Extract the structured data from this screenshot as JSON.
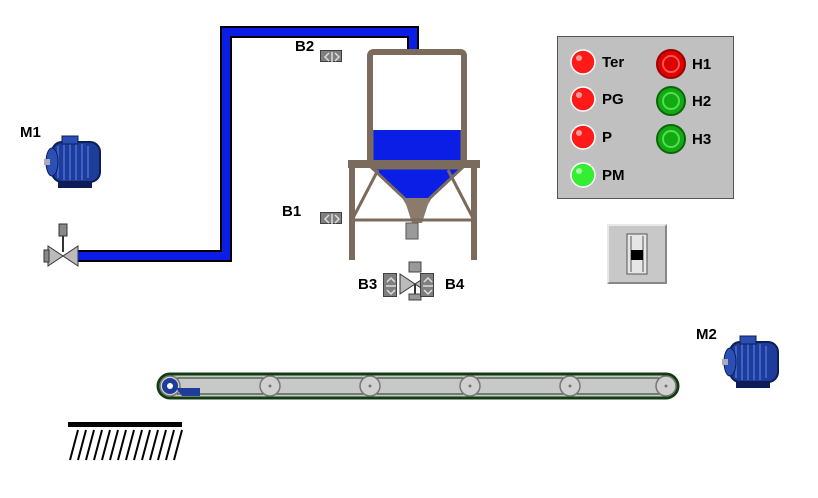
{
  "motors": {
    "m1_label": "M1",
    "m2_label": "M2",
    "icon": "electric-motor-icon"
  },
  "sensors": {
    "b1_label": "B1",
    "b2_label": "B2",
    "b3_label": "B3",
    "b4_label": "B4"
  },
  "indicators": [
    {
      "label": "Ter",
      "color": "#ff1a1a"
    },
    {
      "label": "PG",
      "color": "#ff1a1a"
    },
    {
      "label": "P",
      "color": "#ff1a1a"
    },
    {
      "label": "PM",
      "color": "#33ee33"
    },
    {
      "label": "H1",
      "color": "#dd0000"
    },
    {
      "label": "H2",
      "color": "#11aa11"
    },
    {
      "label": "H3",
      "color": "#11aa11"
    }
  ],
  "colors": {
    "pipe": "#0a1ee6",
    "liquid": "#0a1ee6",
    "silo_frame": "#7b6b5d",
    "panel_bg": "#c0c0c0",
    "conveyor": "#c8c8c8",
    "motor": "#1e3c9a"
  },
  "silo": {
    "fill_level": 0.5
  }
}
